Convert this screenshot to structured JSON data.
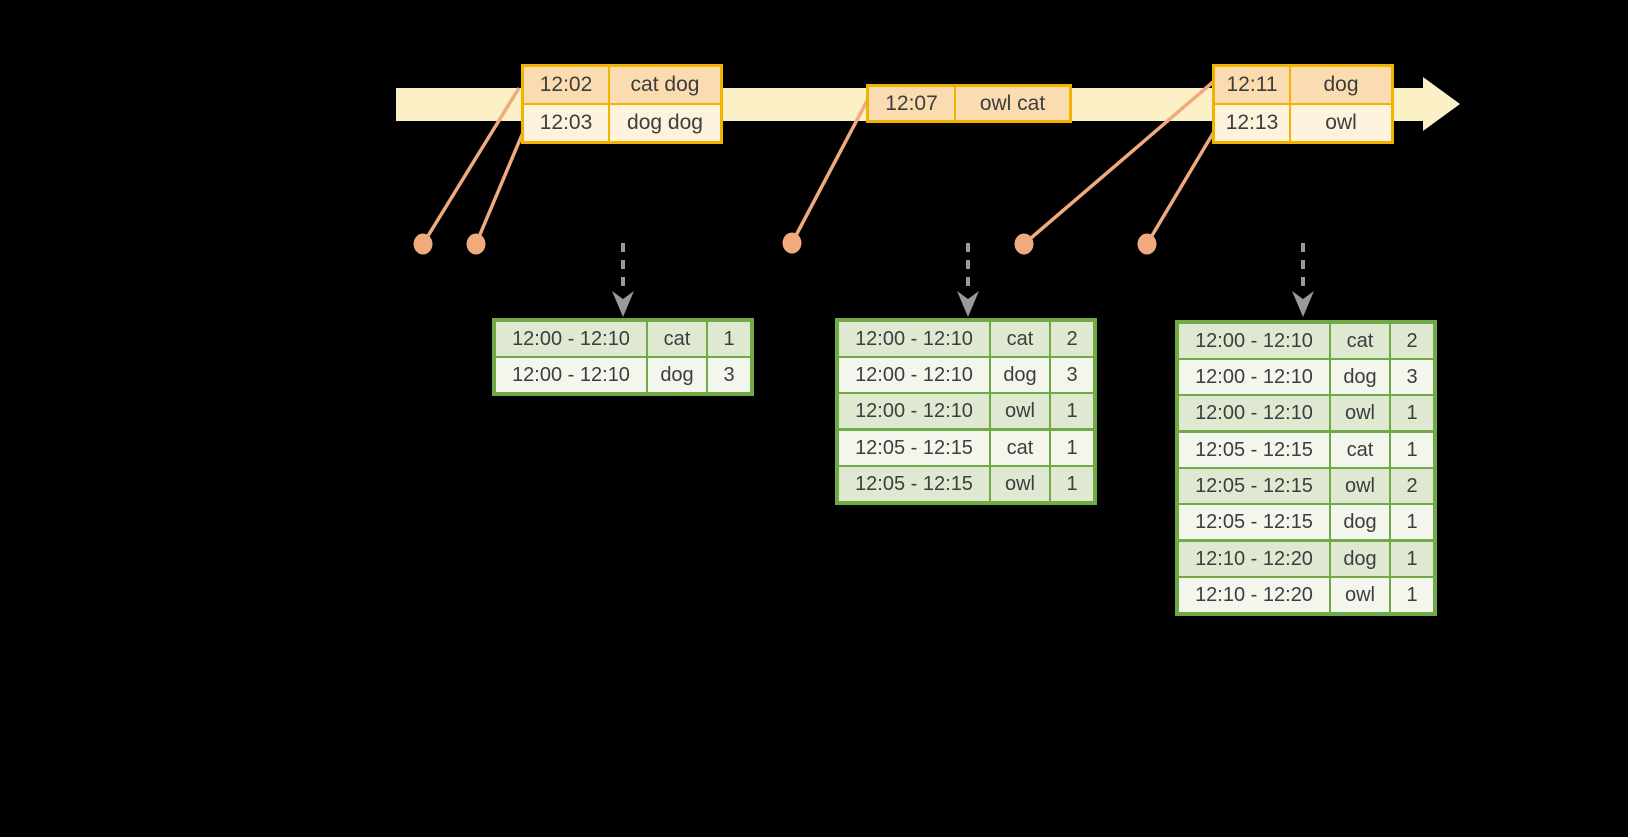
{
  "colors": {
    "background": "#000000",
    "timeline_band": "#fcf0c6",
    "event_border": "#f0b400",
    "event_row_odd": "#fadcb0",
    "event_row_even": "#fdf3dd",
    "connector": "#efaa7d",
    "result_border": "#70aa47",
    "result_row_odd": "#dfe9d2",
    "result_row_even": "#f2f6ec",
    "dashed_arrow": "#9a9a9a",
    "text": "#3d3d3d"
  },
  "event_tables": [
    {
      "rows": [
        {
          "time": "12:02",
          "words": "cat dog"
        },
        {
          "time": "12:03",
          "words": "dog dog"
        }
      ]
    },
    {
      "rows": [
        {
          "time": "12:07",
          "words": "owl cat"
        }
      ]
    },
    {
      "rows": [
        {
          "time": "12:11",
          "words": "dog"
        },
        {
          "time": "12:13",
          "words": "owl"
        }
      ]
    }
  ],
  "result_tables": [
    {
      "groups": [
        [
          {
            "window": "12:00 - 12:10",
            "word": "cat",
            "count": "1"
          },
          {
            "window": "12:00 - 12:10",
            "word": "dog",
            "count": "3"
          }
        ]
      ]
    },
    {
      "groups": [
        [
          {
            "window": "12:00 - 12:10",
            "word": "cat",
            "count": "2"
          },
          {
            "window": "12:00 - 12:10",
            "word": "dog",
            "count": "3"
          },
          {
            "window": "12:00 - 12:10",
            "word": "owl",
            "count": "1"
          }
        ],
        [
          {
            "window": "12:05 - 12:15",
            "word": "cat",
            "count": "1"
          },
          {
            "window": "12:05 - 12:15",
            "word": "owl",
            "count": "1"
          }
        ]
      ]
    },
    {
      "groups": [
        [
          {
            "window": "12:00 - 12:10",
            "word": "cat",
            "count": "2"
          },
          {
            "window": "12:00 - 12:10",
            "word": "dog",
            "count": "3"
          },
          {
            "window": "12:00 - 12:10",
            "word": "owl",
            "count": "1"
          }
        ],
        [
          {
            "window": "12:05 - 12:15",
            "word": "cat",
            "count": "1"
          },
          {
            "window": "12:05 - 12:15",
            "word": "owl",
            "count": "2"
          },
          {
            "window": "12:05 - 12:15",
            "word": "dog",
            "count": "1"
          }
        ],
        [
          {
            "window": "12:10 - 12:20",
            "word": "dog",
            "count": "1"
          },
          {
            "window": "12:10 - 12:20",
            "word": "owl",
            "count": "1"
          }
        ]
      ]
    }
  ]
}
